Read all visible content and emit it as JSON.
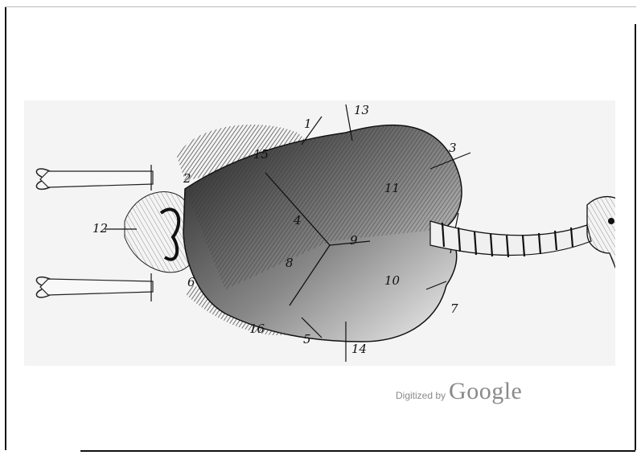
{
  "figure": {
    "labels": [
      {
        "id": "1",
        "text": "1"
      },
      {
        "id": "2",
        "text": "2"
      },
      {
        "id": "3",
        "text": "3"
      },
      {
        "id": "4",
        "text": "4"
      },
      {
        "id": "5",
        "text": "5"
      },
      {
        "id": "6",
        "text": "6"
      },
      {
        "id": "7",
        "text": "7"
      },
      {
        "id": "8",
        "text": "8"
      },
      {
        "id": "9",
        "text": "9"
      },
      {
        "id": "10",
        "text": "10"
      },
      {
        "id": "11",
        "text": "11"
      },
      {
        "id": "12",
        "text": "12"
      },
      {
        "id": "13",
        "text": "13"
      },
      {
        "id": "14",
        "text": "14"
      },
      {
        "id": "15",
        "text": "15"
      },
      {
        "id": "16",
        "text": "16"
      }
    ]
  },
  "watermark": {
    "prefix": "Digitized by",
    "brand": "Google"
  }
}
